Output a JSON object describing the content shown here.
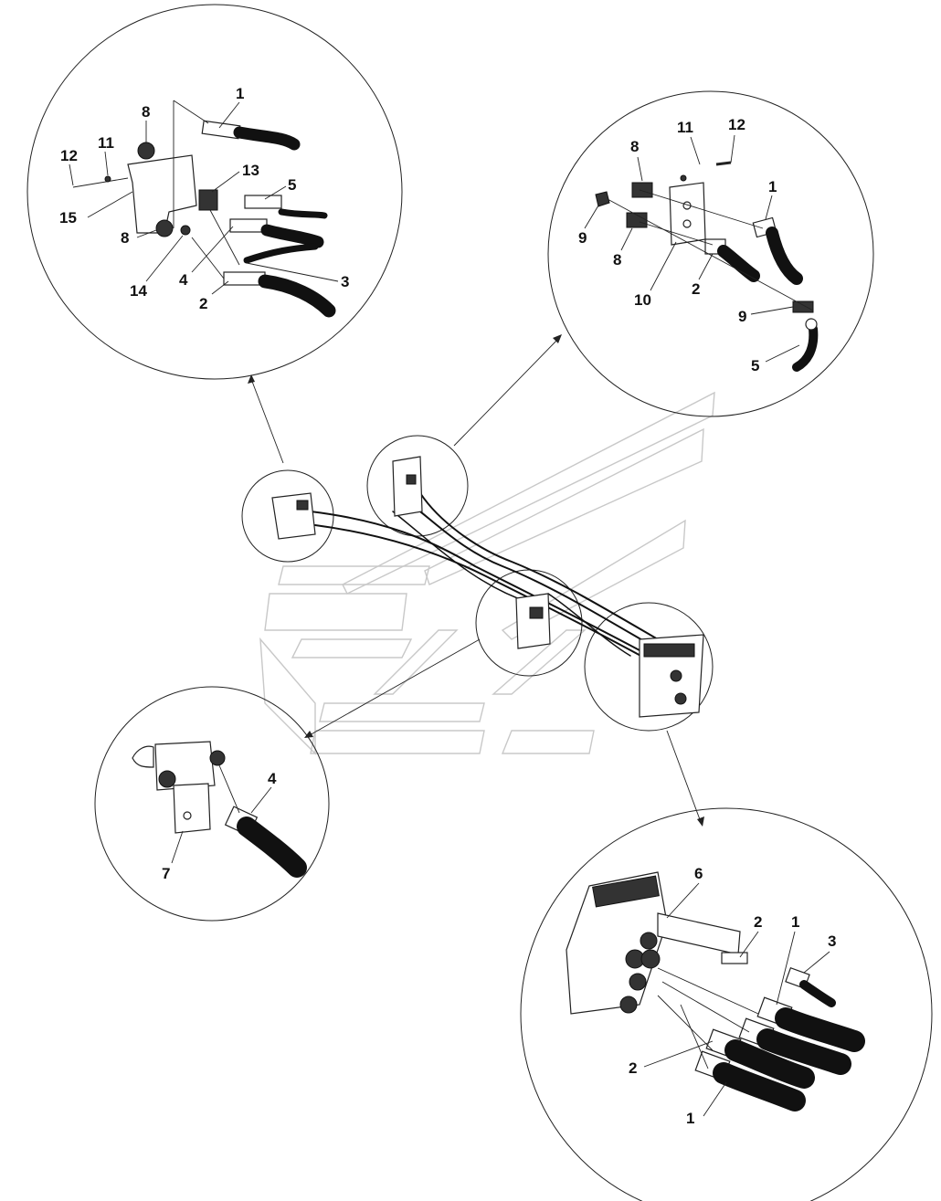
{
  "callouts": {
    "top_left": [
      "1",
      "8",
      "11",
      "12",
      "13",
      "5",
      "15",
      "8",
      "14",
      "4",
      "3",
      "2"
    ],
    "top_right": [
      "11",
      "12",
      "8",
      "1",
      "9",
      "8",
      "2",
      "10",
      "9",
      "5"
    ],
    "bottom_left": [
      "4",
      "7"
    ],
    "bottom_right": [
      "6",
      "2",
      "1",
      "3",
      "2",
      "1"
    ]
  },
  "icons": {
    "watermark": "manufacturer-logo-watermark"
  }
}
